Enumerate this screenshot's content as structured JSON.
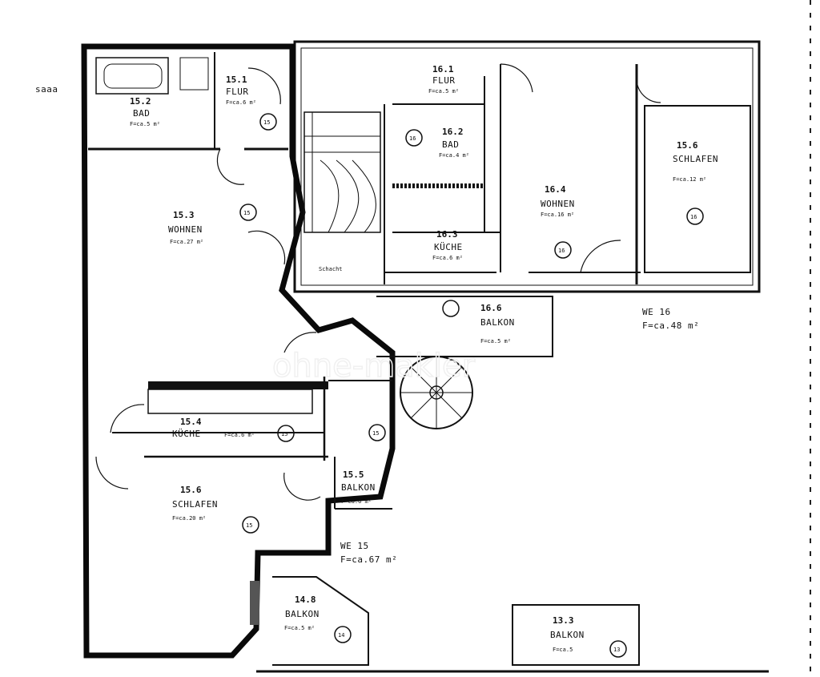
{
  "watermark": {
    "text": "ohne-makler"
  },
  "edge_label": "saaa",
  "stair_label": "Schacht",
  "rooms": [
    {
      "id": "r-152",
      "code": "15.2",
      "name": "BAD",
      "area": "F=ca.5 m²"
    },
    {
      "id": "r-151",
      "code": "15.1",
      "name": "FLUR",
      "area": "F=ca.6 m²"
    },
    {
      "id": "r-153",
      "code": "15.3",
      "name": "WOHNEN",
      "area": "F=ca.27 m²"
    },
    {
      "id": "r-161",
      "code": "16.1",
      "name": "FLUR",
      "area": "F=ca.5 m²"
    },
    {
      "id": "r-162",
      "code": "16.2",
      "name": "BAD",
      "area": "F=ca.4 m²"
    },
    {
      "id": "r-163",
      "code": "16.3",
      "name": "KÜCHE",
      "area": "F=ca.6 m²"
    },
    {
      "id": "r-164",
      "code": "16.4",
      "name": "WOHNEN",
      "area": "F=ca.16 m²"
    },
    {
      "id": "r-165",
      "code": "15.6",
      "name": "SCHLAFEN",
      "area": "F=ca.12 m²"
    },
    {
      "id": "r-166",
      "code": "16.6",
      "name": "BALKON",
      "area": "F=ca.5 m²"
    },
    {
      "id": "r-154",
      "code": "15.4",
      "name": "KÜCHE",
      "area": "F=ca.6 m²"
    },
    {
      "id": "r-155",
      "code": "15.5",
      "name": "BALKON",
      "area": "F=ca.6 m²"
    },
    {
      "id": "r-156",
      "code": "15.6",
      "name": "SCHLAFEN",
      "area": "F=ca.20 m²"
    },
    {
      "id": "r-148",
      "code": "14.8",
      "name": "BALKON",
      "area": "F=ca.5 m²"
    },
    {
      "id": "r-133",
      "code": "13.3",
      "name": "BALKON",
      "area": "F=ca.5"
    }
  ],
  "units": [
    {
      "id": "we16",
      "label": "WE 16",
      "area": "F=ca.48 m²"
    },
    {
      "id": "we15",
      "label": "WE 15",
      "area": "F=ca.67 m²"
    }
  ],
  "markers": [
    "15",
    "16",
    "16",
    "16",
    "15",
    "15",
    "15",
    "14",
    "13"
  ]
}
